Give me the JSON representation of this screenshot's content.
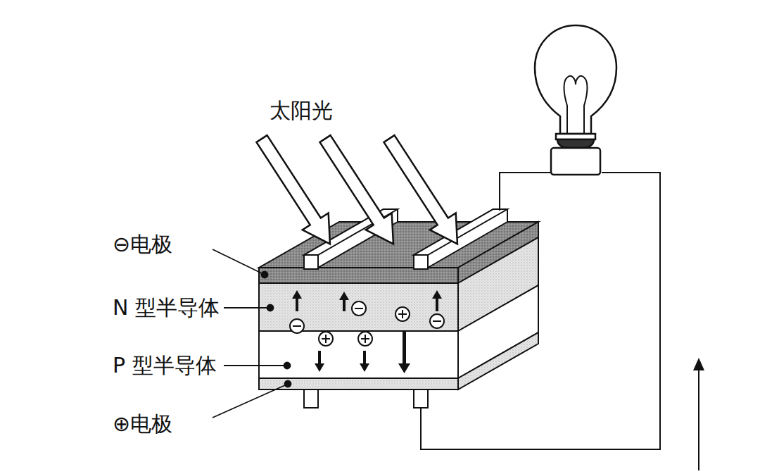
{
  "diagram": {
    "labels": [
      "太阳光",
      "⊖电极",
      "N 型半导体",
      "P 型半导体",
      "⊕电极"
    ]
  }
}
